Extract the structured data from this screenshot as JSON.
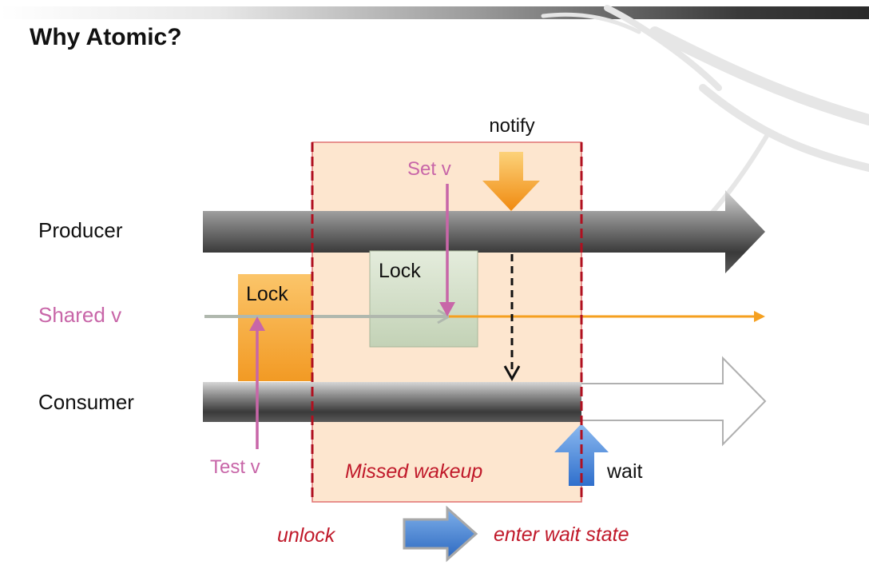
{
  "title": "Why Atomic?",
  "labels": {
    "notify": "notify",
    "set_v": "Set v",
    "producer": "Producer",
    "lock_left": "Lock",
    "lock_right": "Lock",
    "shared_v": "Shared v",
    "consumer": "Consumer",
    "test_v": "Test v",
    "missed_wakeup": "Missed wakeup",
    "wait": "wait",
    "unlock": "unlock",
    "enter_wait_state": "enter wait state"
  },
  "colors": {
    "pink": "#c866a8",
    "dark_red": "#c0192a",
    "orange": "#f5a020",
    "lock_orange": "#f7a93a",
    "lock_green": "#cfdcc4",
    "highlight": "#fde6cf",
    "blue_arrow": "#4a8ad8"
  }
}
